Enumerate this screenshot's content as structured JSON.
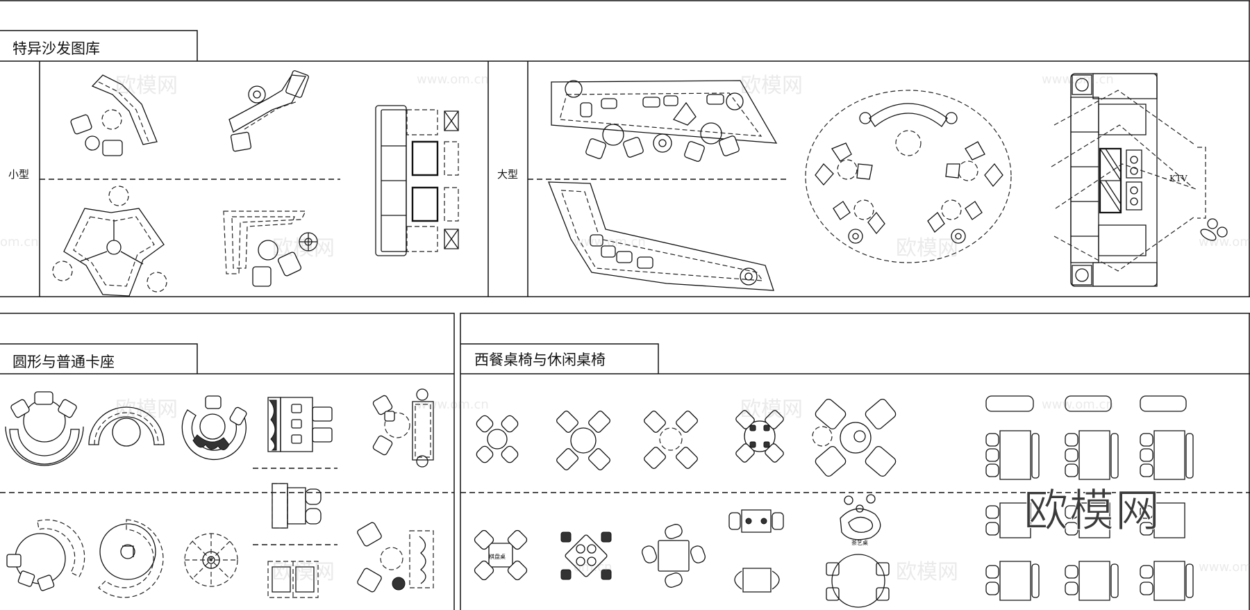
{
  "sections": {
    "special_sofa": {
      "title": "特异沙发图库",
      "small_label": "小型",
      "large_label": "大型"
    },
    "round_booth": {
      "title": "圆形与普通卡座"
    },
    "western_dining": {
      "title": "西餐桌椅与休闲桌椅"
    }
  },
  "annotations": {
    "ktv": "KTV",
    "tea_table": "茶艺桌",
    "square_table": "棋盘桌"
  },
  "watermark": {
    "brand": "欧模网",
    "url": "www.om.cn",
    "url_short": "om.cn"
  },
  "colors": {
    "line": "#111111",
    "background": "#ffffff",
    "watermark": "#3a3a3a"
  }
}
